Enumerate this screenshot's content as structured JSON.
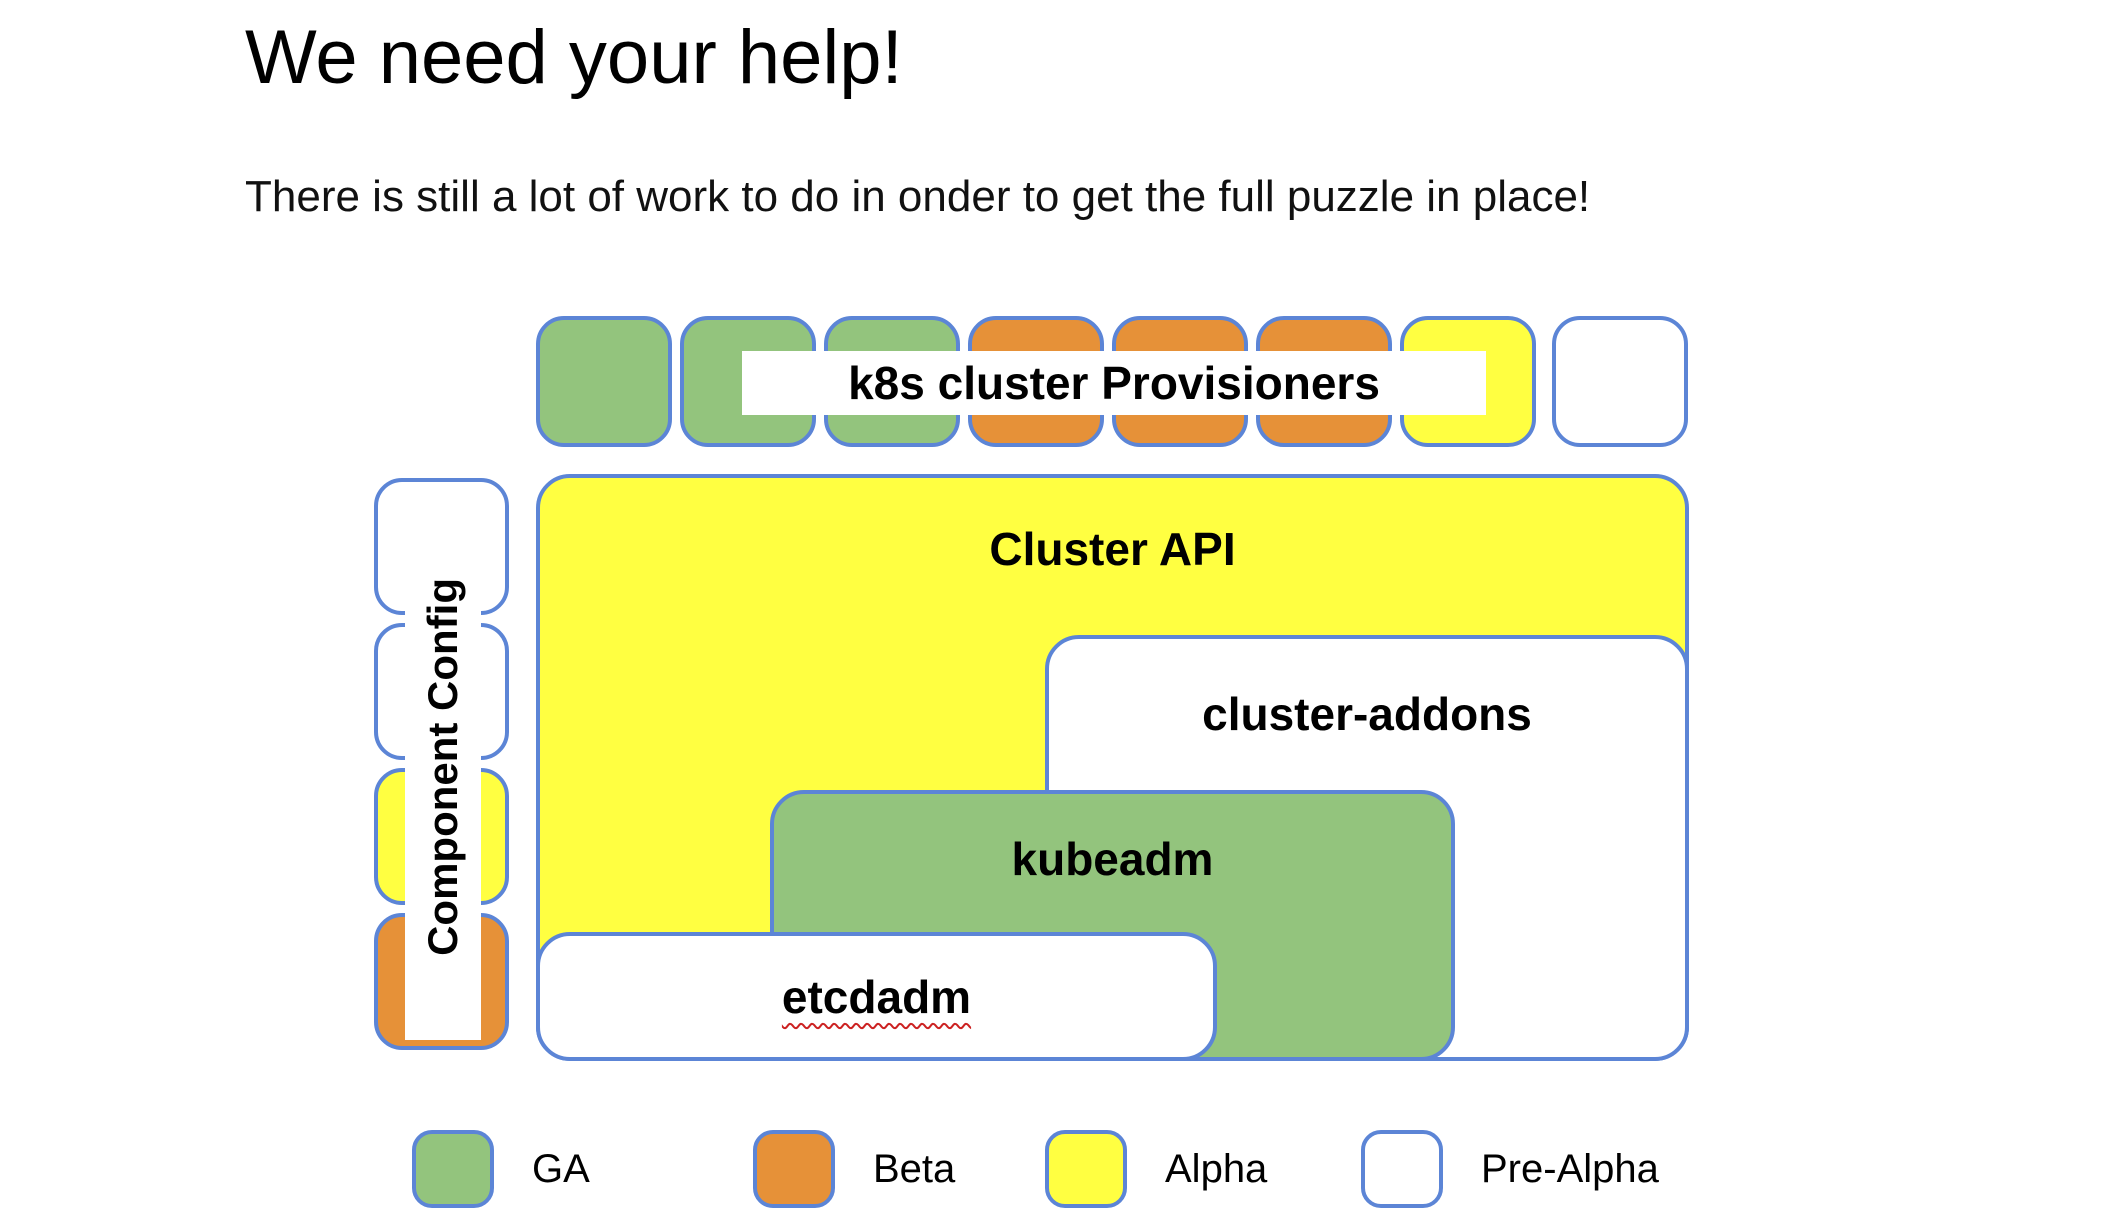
{
  "page": {
    "title": "We need your help!",
    "subtitle": "There is still a lot of work to do in onder to get the full puzzle in place!"
  },
  "colors": {
    "ga_green": "#93c47d",
    "beta_orange": "#e69138",
    "alpha_yellow": "#ffff41",
    "pre_alpha_white": "#ffffff",
    "outline_blue": "#5c85d6"
  },
  "provisioners": {
    "label": "k8s cluster Provisioners",
    "pieces": [
      {
        "status": "GA",
        "color": "#93c47d"
      },
      {
        "status": "GA",
        "color": "#93c47d"
      },
      {
        "status": "GA",
        "color": "#93c47d"
      },
      {
        "status": "Beta",
        "color": "#e69138"
      },
      {
        "status": "Beta",
        "color": "#e69138"
      },
      {
        "status": "Beta",
        "color": "#e69138"
      },
      {
        "status": "Alpha",
        "color": "#ffff41"
      },
      {
        "status": "Pre-Alpha",
        "color": "#ffffff"
      }
    ]
  },
  "component_config": {
    "label": "Component Config",
    "pieces": [
      {
        "status": "Pre-Alpha",
        "color": "#ffffff"
      },
      {
        "status": "Pre-Alpha",
        "color": "#ffffff"
      },
      {
        "status": "Alpha",
        "color": "#ffff41"
      },
      {
        "status": "Beta",
        "color": "#e69138"
      }
    ]
  },
  "blocks": {
    "cluster_api": {
      "label": "Cluster API",
      "status": "Alpha",
      "color": "#ffff41"
    },
    "cluster_addons": {
      "label": "cluster-addons",
      "status": "Pre-Alpha",
      "color": "#ffffff"
    },
    "kubeadm": {
      "label": "kubeadm",
      "status": "GA",
      "color": "#93c47d"
    },
    "etcdadm": {
      "label": "etcdadm",
      "status": "Pre-Alpha",
      "color": "#ffffff"
    }
  },
  "legend": {
    "items": [
      {
        "label": "GA",
        "color": "#93c47d"
      },
      {
        "label": "Beta",
        "color": "#e69138"
      },
      {
        "label": "Alpha",
        "color": "#ffff41"
      },
      {
        "label": "Pre-Alpha",
        "color": "#ffffff"
      }
    ]
  }
}
